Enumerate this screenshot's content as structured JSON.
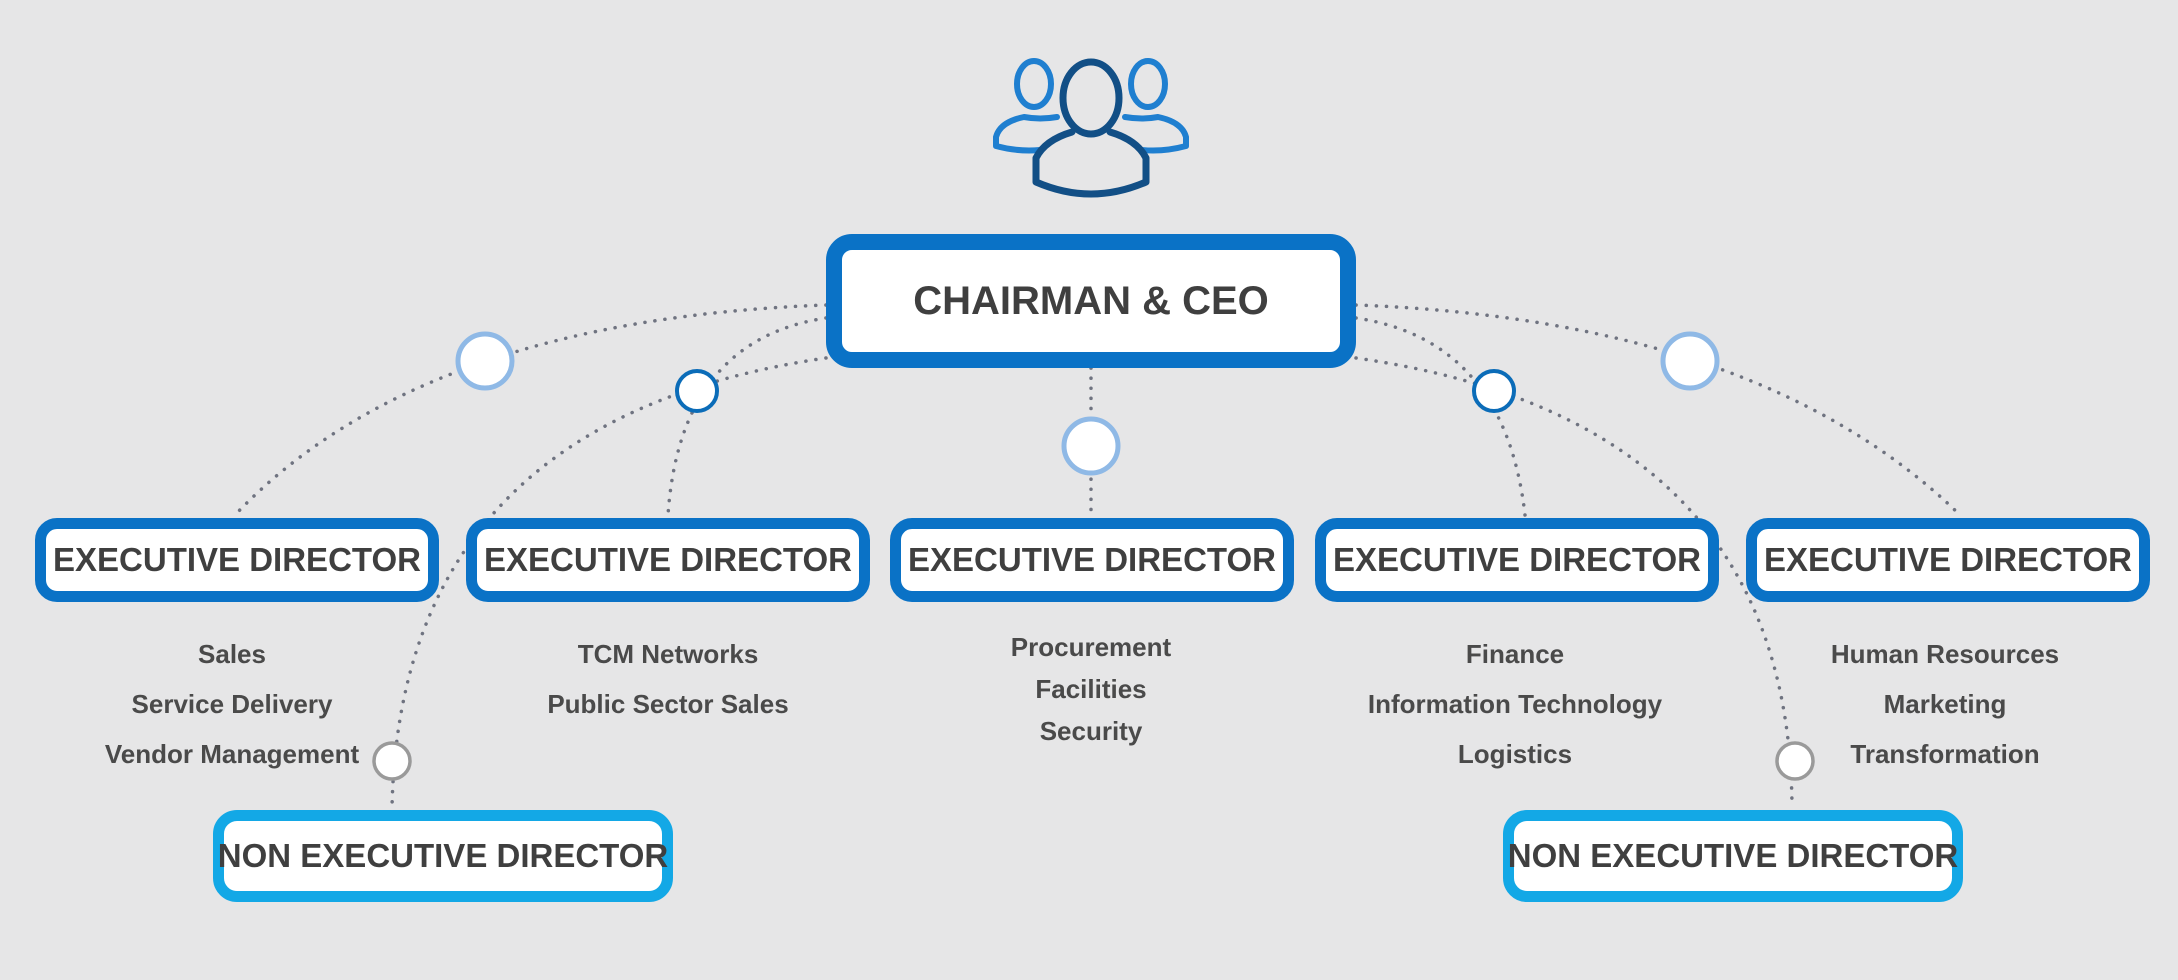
{
  "top": {
    "title": "CHAIRMAN & CEO",
    "icon": "people-group-icon"
  },
  "executives": [
    {
      "title": "EXECUTIVE DIRECTOR",
      "departments": [
        "Sales",
        "Service Delivery",
        "Vendor Management"
      ]
    },
    {
      "title": "EXECUTIVE DIRECTOR",
      "departments": [
        "TCM Networks",
        "Public Sector Sales"
      ]
    },
    {
      "title": "EXECUTIVE DIRECTOR",
      "departments": [
        "Procurement",
        "Facilities",
        "Security"
      ]
    },
    {
      "title": "EXECUTIVE DIRECTOR",
      "departments": [
        "Finance",
        "Information Technology",
        "Logistics"
      ]
    },
    {
      "title": "EXECUTIVE DIRECTOR",
      "departments": [
        "Human Resources",
        "Marketing",
        "Transformation"
      ]
    }
  ],
  "non_executives": [
    {
      "title": "NON EXECUTIVE DIRECTOR"
    },
    {
      "title": "NON EXECUTIVE DIRECTOR"
    }
  ],
  "colors": {
    "background": "#e6e6e7",
    "executive_border": "#0a72c6",
    "non_executive_border": "#13a8e6",
    "connector": "#6f7380",
    "node_light": "#8fb9e6",
    "node_dark": "#0b6cb8",
    "node_gray": "#9a9a9a",
    "icon_dark": "#124f86",
    "icon_light": "#1f7fd0"
  }
}
